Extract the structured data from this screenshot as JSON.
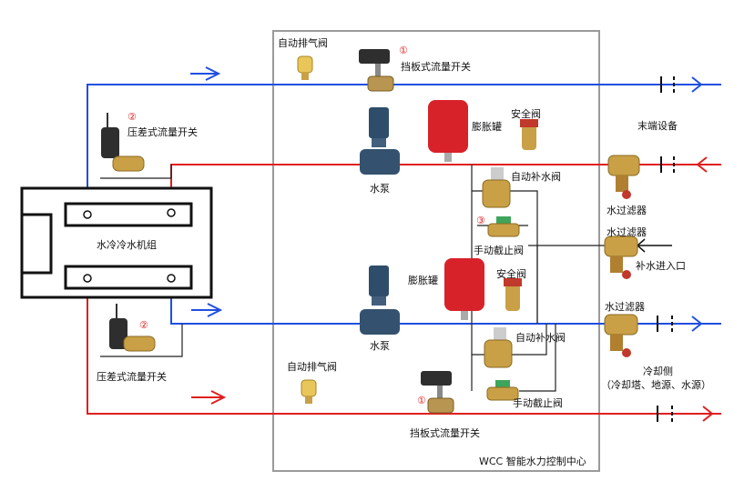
{
  "labels": {
    "auto_vent_top": "自动排气阀",
    "baffle_switch_top": "挡板式流量开关",
    "diff_switch_top": "压差式流量开关",
    "pump_top": "水泵",
    "expansion_top": "膨胀罐",
    "safety_top": "安全阀",
    "makeup_top": "自动补水阀",
    "manual_stop_top": "手动截止阀",
    "end_device": "末端设备",
    "filter_1": "水过滤器",
    "filter_2": "水过滤器",
    "makeup_inlet": "补水进入口",
    "chiller": "水冷冷水机组",
    "expansion_bottom": "膨胀罐",
    "safety_bottom": "安全阀",
    "filter_3": "水过滤器",
    "pump_bottom": "水泵",
    "makeup_bottom": "自动补水阀",
    "diff_switch_bottom": "压差式流量开关",
    "cooling_side": "冷却侧",
    "cooling_side_detail": "（冷却塔、地源、水源）",
    "auto_vent_bottom": "自动排气阀",
    "manual_stop_bottom": "手动截止阀",
    "baffle_switch_bottom": "挡板式流量开关",
    "center": "WCC 智能水力控制中心"
  },
  "markers": {
    "m1_top": "①",
    "m2_top": "②",
    "m3": "③",
    "m2_bottom": "②",
    "m1_bottom": "①"
  },
  "colors": {
    "supply": "#1f4fe0",
    "return": "#e01f1f",
    "frame": "#9a9a9a",
    "tank": "#d8222a",
    "brass": "#c9a046",
    "body": "#3a3a3a"
  }
}
